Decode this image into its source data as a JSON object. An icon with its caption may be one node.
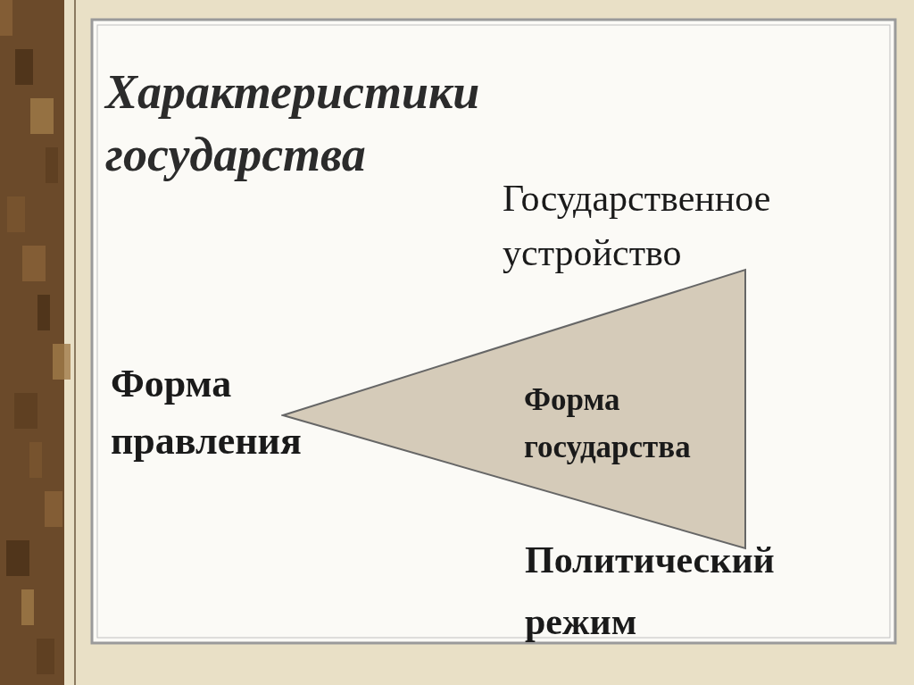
{
  "diagram": {
    "title": "Характеристики государства",
    "nodes": [
      {
        "text": [
          "Форма государства"
        ]
      }
    ],
    "labels": [
      "Государственное устройство",
      "Форма правления",
      "Политический режим"
    ]
  }
}
